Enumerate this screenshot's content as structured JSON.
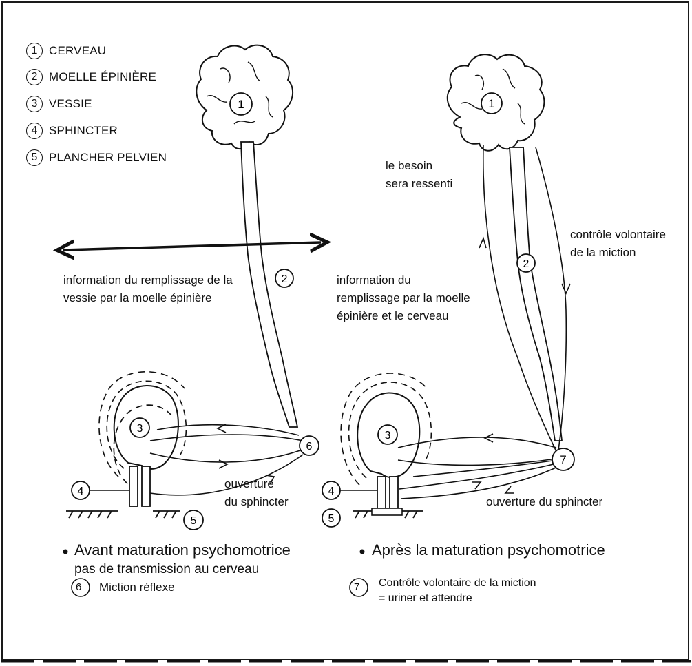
{
  "legend": [
    {
      "num": "1",
      "label": "CERVEAU"
    },
    {
      "num": "2",
      "label": "MOELLE ÉPINIÈRE"
    },
    {
      "num": "3",
      "label": "VESSIE"
    },
    {
      "num": "4",
      "label": "SPHINCTER"
    },
    {
      "num": "5",
      "label": "PLANCHER PELVIEN"
    }
  ],
  "left_panel": {
    "info_line1": "information du remplissage de la",
    "info_line2": "vessie par la moelle épinière",
    "opening_line1": "ouverture",
    "opening_line2": "du sphincter",
    "title": "Avant maturation psychomotrice",
    "subtitle": "pas de transmission au cerveau",
    "footnote_num": "6",
    "footnote": "Miction réflexe"
  },
  "right_panel": {
    "need_line1": "le besoin",
    "need_line2": "sera ressenti",
    "control_line1": "contrôle volontaire",
    "control_line2": "de la miction",
    "info_line1": "information du",
    "info_line2": "remplissage par la moelle",
    "info_line3": "épinière et le cerveau",
    "opening": "ouverture du sphincter",
    "title": "Après la maturation psychomotrice",
    "footnote_num": "7",
    "footnote_line1": "Contrôle volontaire de la miction",
    "footnote_line2": "= uriner et attendre"
  },
  "markers": {
    "n1": "1",
    "n2": "2",
    "n3": "3",
    "n4": "4",
    "n5": "5",
    "n6": "6",
    "n7": "7"
  }
}
